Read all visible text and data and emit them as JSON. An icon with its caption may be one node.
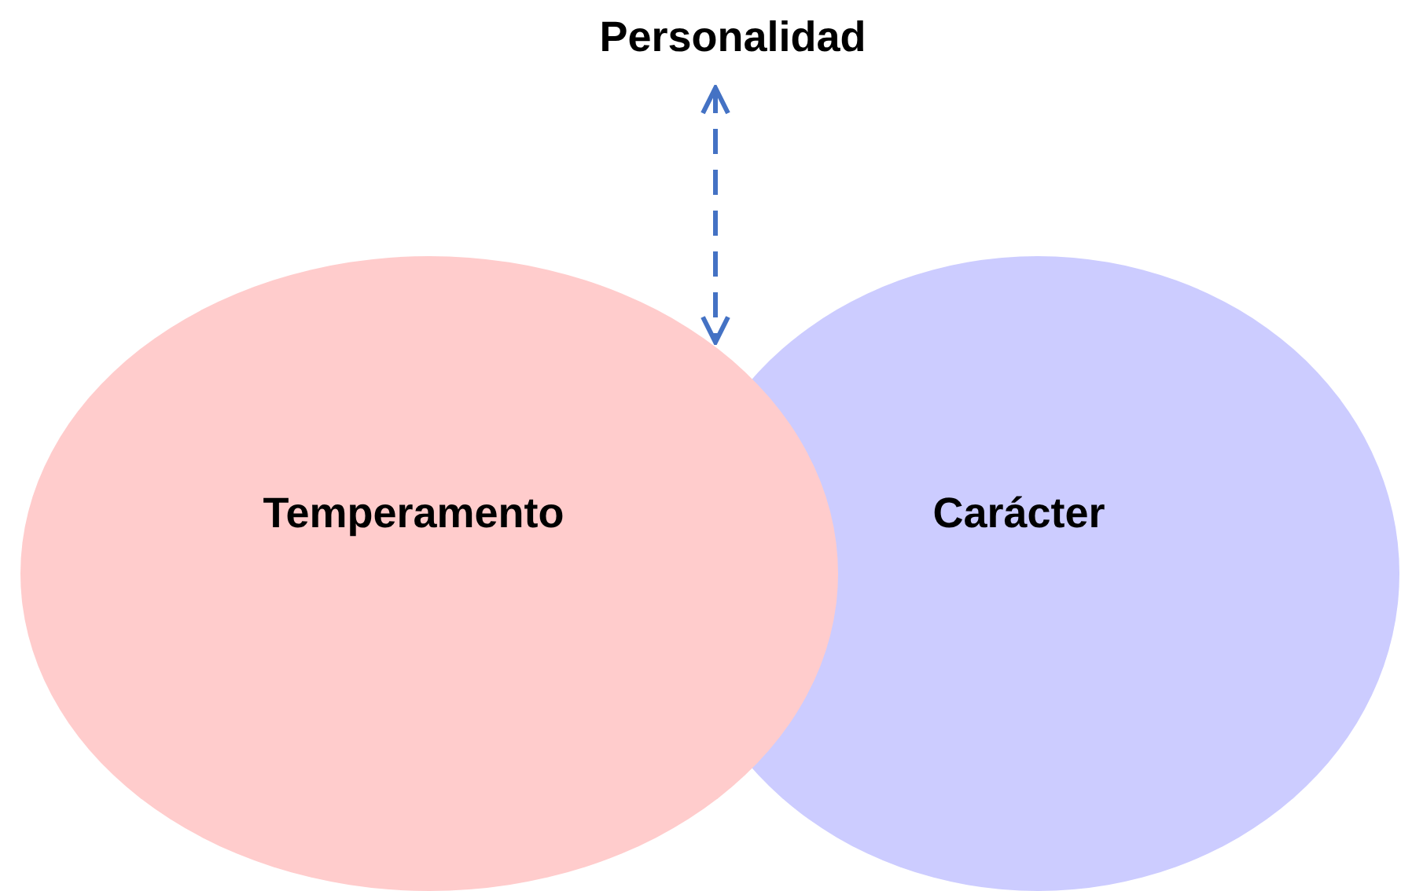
{
  "diagram": {
    "nodes": [
      {
        "text": [
          "Personalidad"
        ]
      },
      {
        "text": [
          "Temperamento"
        ]
      },
      {
        "text": [
          "Carácter"
        ]
      }
    ],
    "edges": [
      {
        "from": 0,
        "to": 1,
        "arrow": "both",
        "style": "dashed",
        "color": "#4472c4"
      }
    ]
  }
}
